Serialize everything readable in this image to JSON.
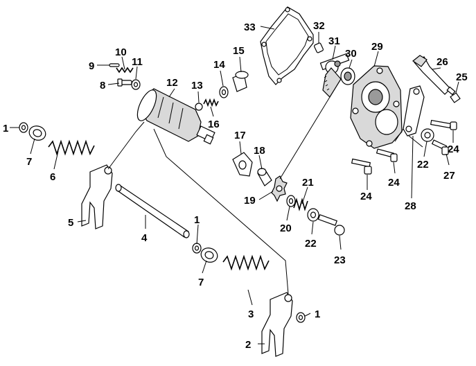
{
  "callouts": [
    {
      "id": "c1a",
      "text": "1"
    },
    {
      "id": "c1b",
      "text": "1"
    },
    {
      "id": "c1c",
      "text": "1"
    },
    {
      "id": "c2",
      "text": "2"
    },
    {
      "id": "c3",
      "text": "3"
    },
    {
      "id": "c4",
      "text": "4"
    },
    {
      "id": "c5",
      "text": "5"
    },
    {
      "id": "c6",
      "text": "6"
    },
    {
      "id": "c7a",
      "text": "7"
    },
    {
      "id": "c7b",
      "text": "7"
    },
    {
      "id": "c8",
      "text": "8"
    },
    {
      "id": "c9",
      "text": "9"
    },
    {
      "id": "c10",
      "text": "10"
    },
    {
      "id": "c11",
      "text": "11"
    },
    {
      "id": "c12",
      "text": "12"
    },
    {
      "id": "c13",
      "text": "13"
    },
    {
      "id": "c14",
      "text": "14"
    },
    {
      "id": "c15",
      "text": "15"
    },
    {
      "id": "c16",
      "text": "16"
    },
    {
      "id": "c17",
      "text": "17"
    },
    {
      "id": "c18",
      "text": "18"
    },
    {
      "id": "c19",
      "text": "19"
    },
    {
      "id": "c20",
      "text": "20"
    },
    {
      "id": "c21",
      "text": "21"
    },
    {
      "id": "c22a",
      "text": "22"
    },
    {
      "id": "c22b",
      "text": "22"
    },
    {
      "id": "c23",
      "text": "23"
    },
    {
      "id": "c24a",
      "text": "24"
    },
    {
      "id": "c24b",
      "text": "24"
    },
    {
      "id": "c24c",
      "text": "24"
    },
    {
      "id": "c25",
      "text": "25"
    },
    {
      "id": "c26",
      "text": "26"
    },
    {
      "id": "c27",
      "text": "27"
    },
    {
      "id": "c28",
      "text": "28"
    },
    {
      "id": "c29",
      "text": "29"
    },
    {
      "id": "c30",
      "text": "30"
    },
    {
      "id": "c31",
      "text": "31"
    },
    {
      "id": "c32",
      "text": "32"
    },
    {
      "id": "c33",
      "text": "33"
    }
  ]
}
